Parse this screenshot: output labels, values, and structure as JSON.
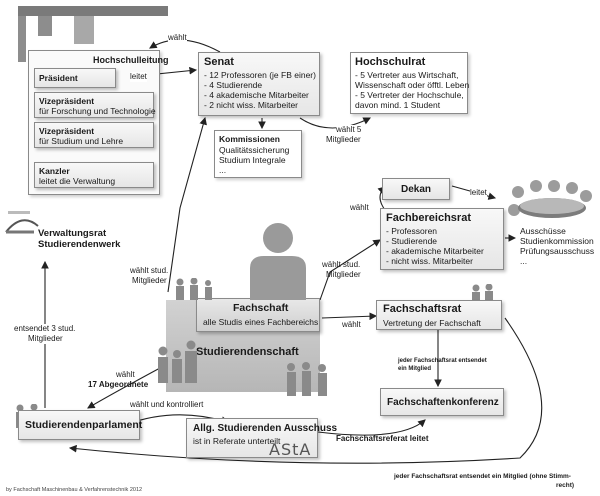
{
  "hochschulleitung": {
    "title": "Hochschulleitung",
    "praesident": "Präsident",
    "vp1_line1": "Vizepräsident",
    "vp1_line2": "für Forschung und Technologie",
    "vp2_line1": "Vizepräsident",
    "vp2_line2": "für Studium und Lehre",
    "kanzler_line1": "Kanzler",
    "kanzler_line2": "leitet die Verwaltung"
  },
  "senat": {
    "title": "Senat",
    "items": [
      "- 12 Professoren (je FB einer)",
      "- 4 Studierende",
      "- 4 akademische Mitarbeiter",
      "- 2 nicht wiss. Mitarbeiter"
    ]
  },
  "kommissionen": {
    "title": "Kommissionen",
    "items": [
      "Qualitätssicherung",
      "Studium Integrale",
      "..."
    ]
  },
  "hochschulrat": {
    "title": "Hochschulrat",
    "items": [
      "- 5 Vertreter aus Wirtschaft,",
      "Wissenschaft oder öfftl. Leben",
      "- 5 Vertreter der Hochschule,",
      "davon mind. 1 Student"
    ]
  },
  "verwaltungsrat": {
    "line1": "Verwaltungsrat",
    "line2": "Studierendenwerk"
  },
  "dekan": {
    "title": "Dekan"
  },
  "fachbereichsrat": {
    "title": "Fachbereichsrat",
    "items": [
      "- Professoren",
      "- Studierende",
      "- akademische Mitarbeiter",
      "- nicht wiss. Mitarbeiter"
    ]
  },
  "ausschuesse": {
    "items": [
      "Ausschüsse",
      "Studienkommission",
      "Prüfungsausschuss",
      "..."
    ]
  },
  "fachschaft": {
    "title": "Fachschaft",
    "subtitle": "alle Studis eines Fachbereichs"
  },
  "studierendenschaft": {
    "title": "Studierendenschaft"
  },
  "fachschaftsrat": {
    "title": "Fachschaftsrat",
    "subtitle": "Vertretung der Fachschaft"
  },
  "fachschaftenkonferenz": {
    "title": "Fachschaftenkonferenz"
  },
  "studierendenparlament": {
    "title": "Studierendenparlament"
  },
  "asta": {
    "title": "Allg. Studierenden Ausschuss",
    "subtitle": "ist in Referate unterteilt",
    "logo": "AStA"
  },
  "labels": {
    "waehlt_top": "wählt",
    "leitet_top": "leitet",
    "waehlt_5": "wählt 5",
    "mitglieder": "Mitglieder",
    "waehlt_dekan": "wählt",
    "leitet_dekan": "leitet",
    "waehlt_stud_left_1": "wählt stud.",
    "waehlt_stud_left_2": "Mitglieder",
    "waehlt_stud_right_1": "wählt stud.",
    "waehlt_stud_right_2": "Mitglieder",
    "waehlt_fsr": "wählt",
    "entsendet_1": "entsendet 3 stud.",
    "entsendet_2": "Mitglieder",
    "waehlt_17_1": "wählt",
    "waehlt_17_2": "17 Abgeordnete",
    "waehlt_kontrolliert": "wählt und kontrolliert",
    "fsr_entsendet_1": "jeder Fachschaftsrat entsendet",
    "fsr_entsendet_2": "ein Mitglied",
    "referat_leitet": "Fachschaftsreferat leitet",
    "bottom_1": "jeder Fachschaftsrat entsendet ein Mitglied (ohne Stimm-",
    "bottom_2": "recht)"
  },
  "footer": "by Fachschaft Maschinenbau & Verfahrenstechnik 2012"
}
